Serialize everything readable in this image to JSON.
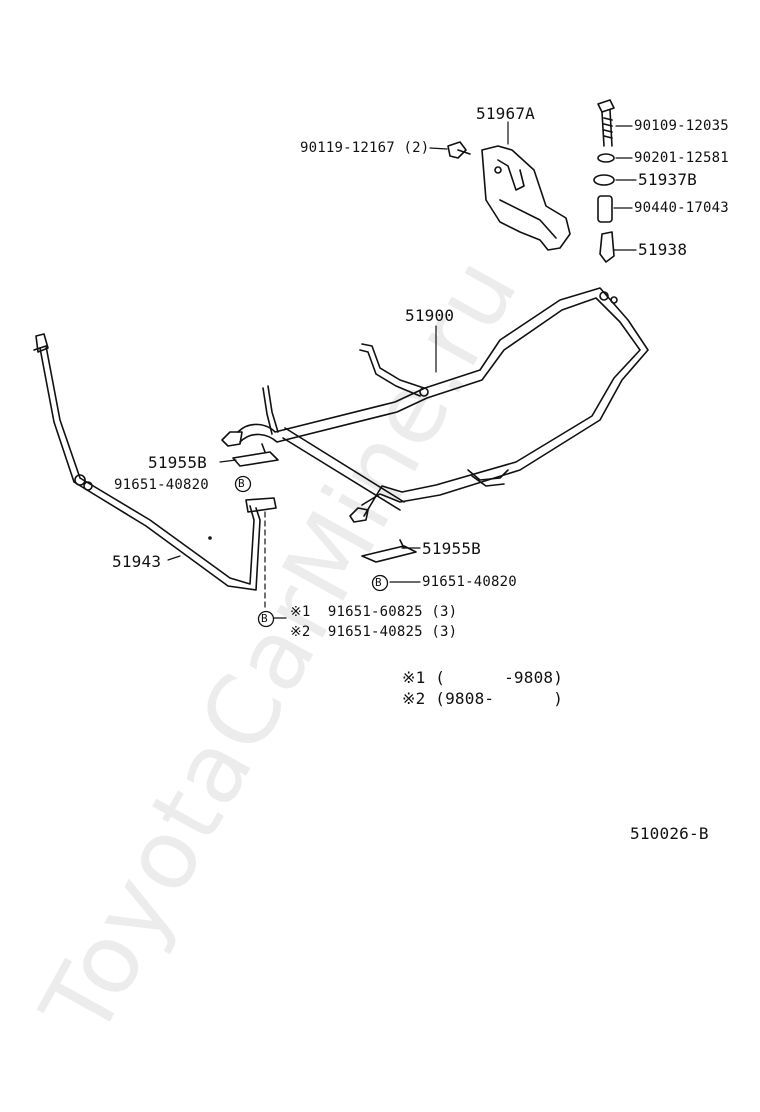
{
  "watermark": "ToyotaCarMine.ru",
  "diagram_code": "510026-B",
  "parts": {
    "p51967A": "51967A",
    "p90119": "90119-12167 (2)",
    "p90109": "90109-12035",
    "p90201": "90201-12581",
    "p51937B": "51937B",
    "p90440": "90440-17043",
    "p51938": "51938",
    "p51900": "51900",
    "p51955B_left": "51955B",
    "p91651_left": "91651-40820",
    "p51943": "51943",
    "p51955B_right": "51955B",
    "p91651_right": "91651-40820",
    "note1_part": "※1  91651-60825 (3)",
    "note2_part": "※2  91651-40825 (3)"
  },
  "bolt_marker": "B",
  "legend": {
    "row1": "※1 (      -9808)",
    "row2": "※2 (9808-      )"
  }
}
